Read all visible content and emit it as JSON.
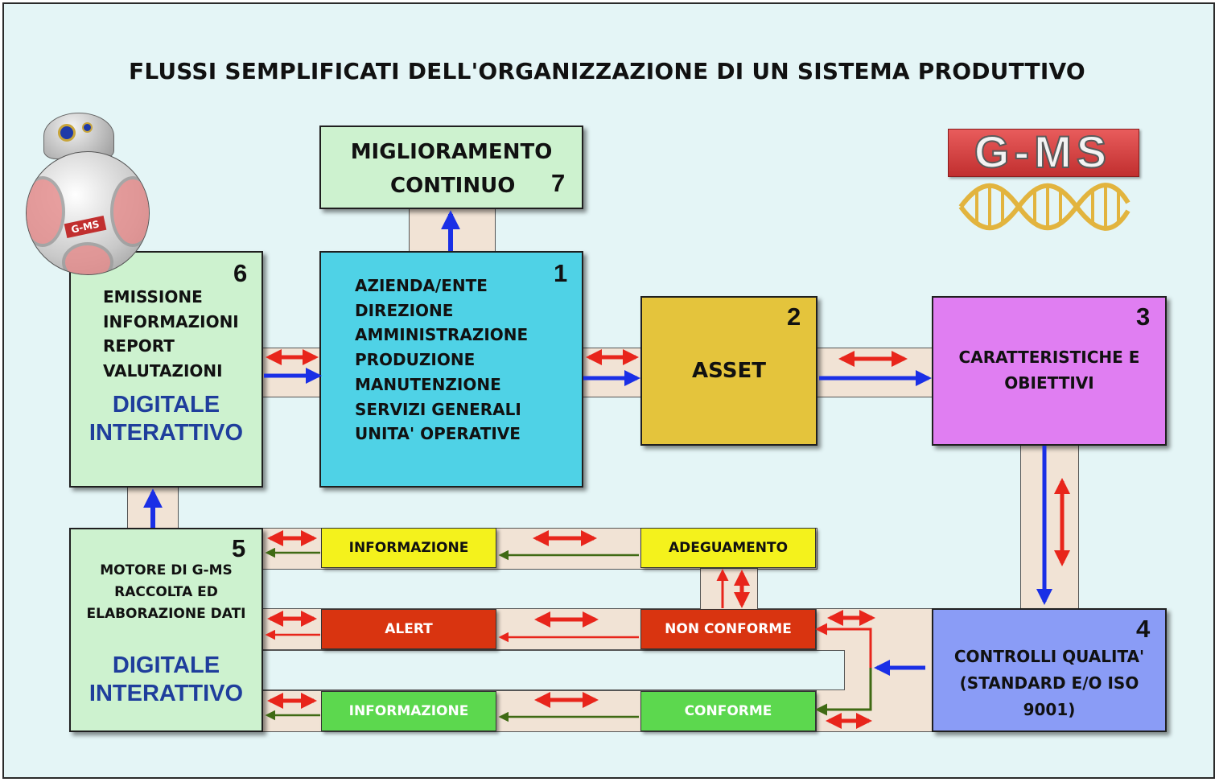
{
  "title": "FLUSSI SEMPLIFICATI DELL'ORGANIZZAZIONE DI UN SISTEMA PRODUTTIVO",
  "logo": {
    "text": "G-MS"
  },
  "robot": {
    "badge": "G-MS"
  },
  "boxes": {
    "b1": {
      "number": "1",
      "lines": [
        "AZIENDA/ENTE",
        "DIREZIONE",
        "AMMINISTRAZIONE",
        "PRODUZIONE",
        "MANUTENZIONE",
        "SERVIZI GENERALI",
        "UNITA' OPERATIVE"
      ]
    },
    "b2": {
      "number": "2",
      "label": "ASSET"
    },
    "b3": {
      "number": "3",
      "lines": [
        "CARATTERISTICHE E",
        "OBIETTIVI"
      ]
    },
    "b4": {
      "number": "4",
      "lines": [
        "CONTROLLI QUALITA'",
        "(STANDARD E/O ISO 9001)"
      ]
    },
    "b5": {
      "number": "5",
      "lines": [
        "MOTORE DI G-MS",
        "RACCOLTA ED",
        "ELABORAZIONE DATI"
      ],
      "digital": [
        "DIGITALE",
        "INTERATTIVO"
      ]
    },
    "b6": {
      "number": "6",
      "lines": [
        "EMISSIONE",
        "INFORMAZIONI",
        "REPORT",
        "VALUTAZIONI"
      ],
      "digital": [
        "DIGITALE",
        "INTERATTIVO"
      ]
    },
    "b7": {
      "number": "7",
      "lines": [
        "MIGLIORAMENTO",
        "CONTINUO"
      ]
    }
  },
  "pills": {
    "informazione_top": "INFORMAZIONE",
    "adeguamento": "ADEGUAMENTO",
    "alert": "ALERT",
    "non_conforme": "NON CONFORME",
    "informazione_bottom": "INFORMAZIONE",
    "conforme": "CONFORME"
  },
  "colors": {
    "background": "#e4f5f6",
    "corridor": "#f1e3d5",
    "box1": "#4fd2e6",
    "box2": "#e4c43c",
    "box3": "#e07ef2",
    "box4": "#8a9cf6",
    "green_box": "#cdf2cf",
    "yellow_pill": "#f4f21c",
    "red_pill": "#d93410",
    "green_pill": "#5cd84e",
    "arrow_blue": "#1a2fe6",
    "arrow_red": "#e8251b",
    "arrow_green": "#3f6a14",
    "digital_text": "#1f3e9c",
    "logo_red": "#d53a3a",
    "logo_gold": "#e2b43e"
  }
}
